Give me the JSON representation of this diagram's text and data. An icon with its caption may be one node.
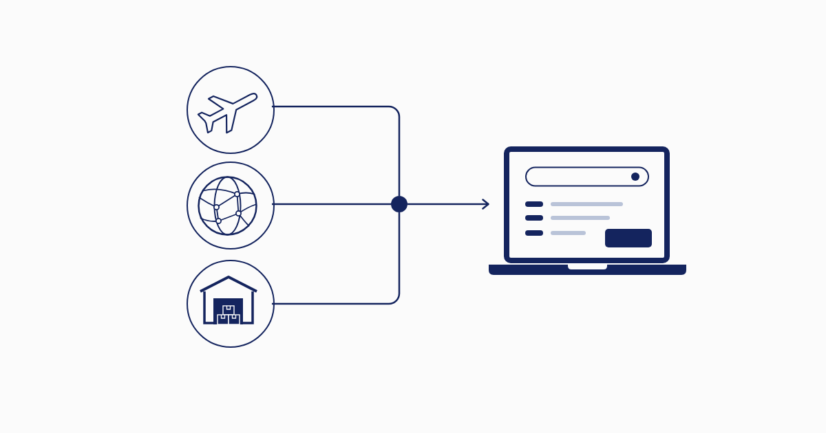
{
  "diagram": {
    "nodes": [
      {
        "text": [],
        "shape": "circle"
      },
      {
        "text": [],
        "shape": "circle"
      },
      {
        "text": [],
        "shape": "circle"
      },
      {
        "text": [],
        "shape": "dot"
      },
      {
        "text": [],
        "shape": "picture"
      }
    ],
    "edges": [
      {
        "from": 0,
        "to": 3,
        "arrow": "none"
      },
      {
        "from": 1,
        "to": 3,
        "arrow": "none"
      },
      {
        "from": 2,
        "to": 3,
        "arrow": "none"
      },
      {
        "from": 3,
        "to": 4,
        "arrow": "to"
      }
    ]
  }
}
